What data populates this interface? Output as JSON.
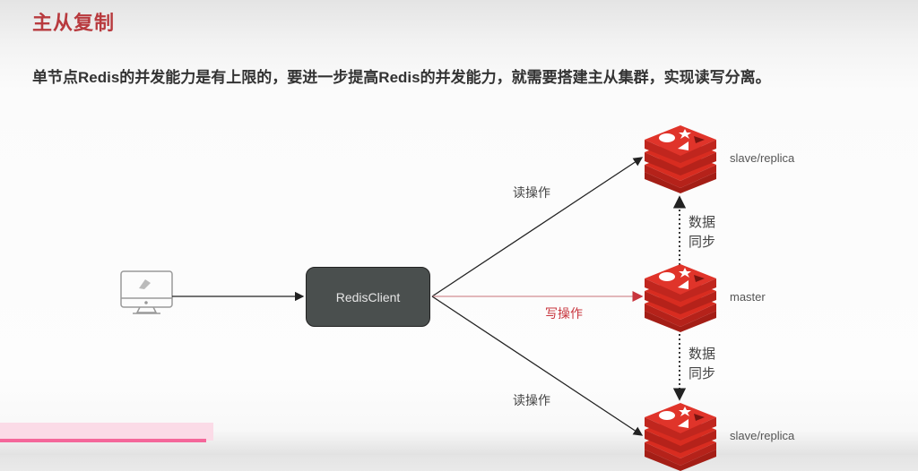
{
  "header": {
    "title": "主从复制",
    "description": "单节点Redis的并发能力是有上限的，要进一步提高Redis的并发能力，就需要搭建主从集群，实现读写分离。"
  },
  "diagram": {
    "client": {
      "icon": "computer-monitor-icon"
    },
    "redis_client": {
      "label": "RedisClient"
    },
    "edges": {
      "read_top": "读操作",
      "write": "写操作",
      "read_bottom": "读操作"
    },
    "sync": {
      "top": [
        "数据",
        "同步"
      ],
      "bottom": [
        "数据",
        "同步"
      ]
    },
    "nodes": [
      {
        "role": "slave_top",
        "label": "slave/replica",
        "icon": "redis-logo-icon"
      },
      {
        "role": "master",
        "label": "master",
        "icon": "redis-logo-icon"
      },
      {
        "role": "slave_bottom",
        "label": "slave/replica",
        "icon": "redis-logo-icon"
      }
    ]
  },
  "colors": {
    "title": "#b83a3e",
    "write_edge": "#c8353d",
    "redis_red": "#d82c20",
    "client_box": "#4a4f4e"
  },
  "progress": {
    "fraction": 0.225
  }
}
